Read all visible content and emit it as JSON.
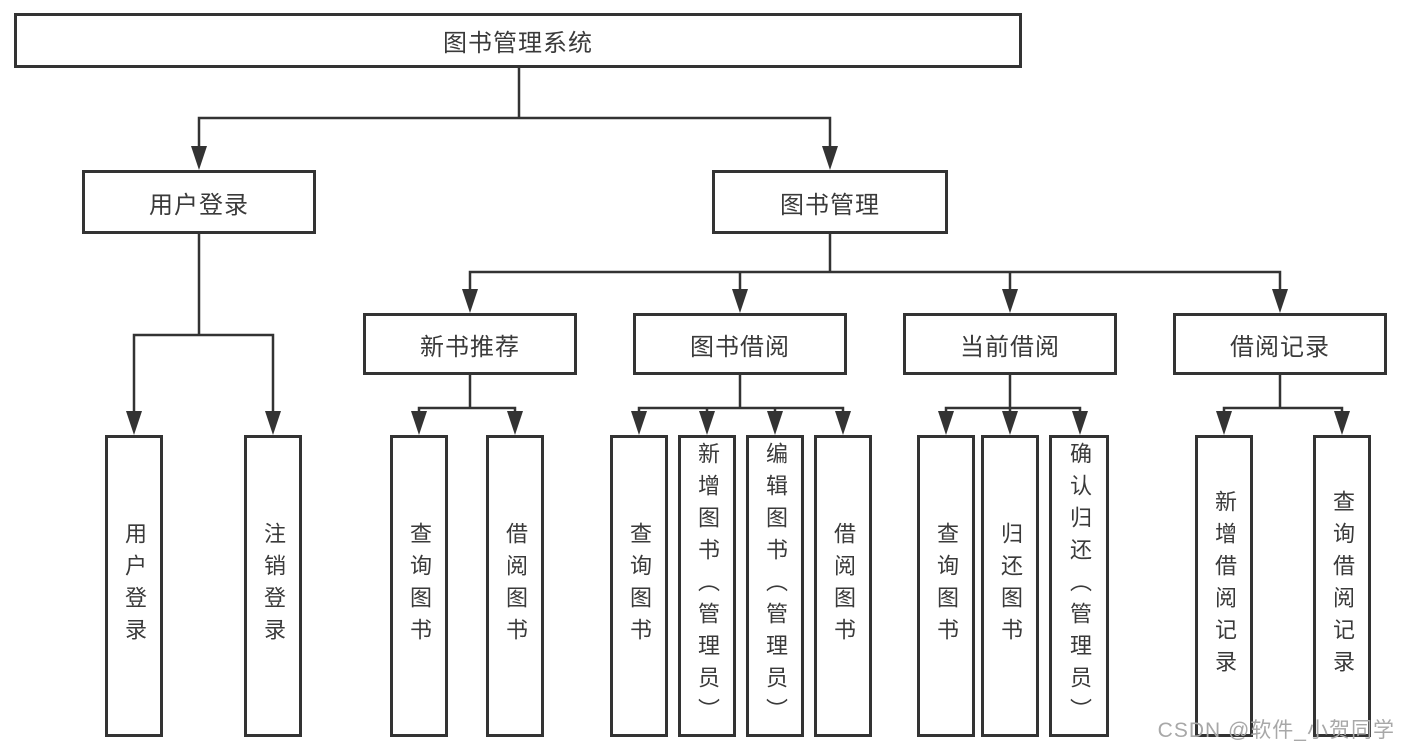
{
  "diagram": {
    "root": {
      "label": "图书管理系统"
    },
    "level2": [
      {
        "label": "用户登录"
      },
      {
        "label": "图书管理"
      }
    ],
    "level3": [
      {
        "label": "新书推荐"
      },
      {
        "label": "图书借阅"
      },
      {
        "label": "当前借阅"
      },
      {
        "label": "借阅记录"
      }
    ],
    "leaves": {
      "user_login": [
        {
          "label": "用户登录"
        },
        {
          "label": "注销登录"
        }
      ],
      "new_book": [
        {
          "label": "查询图书"
        },
        {
          "label": "借阅图书"
        }
      ],
      "book_borrow": [
        {
          "label": "查询图书"
        },
        {
          "label": "新增图书（管理员）"
        },
        {
          "label": "编辑图书（管理员）"
        },
        {
          "label": "借阅图书"
        }
      ],
      "current_borrow": [
        {
          "label": "查询图书"
        },
        {
          "label": "归还图书"
        },
        {
          "label": "确认归还（管理员）"
        }
      ],
      "borrow_record": [
        {
          "label": "新增借阅记录"
        },
        {
          "label": "查询借阅记录"
        }
      ]
    },
    "colors": {
      "line": "#333333",
      "text": "#3a3a3a",
      "background": "#ffffff",
      "watermark": "#a8a8a8"
    }
  },
  "watermark": {
    "text": "CSDN @软件_小贺同学"
  }
}
